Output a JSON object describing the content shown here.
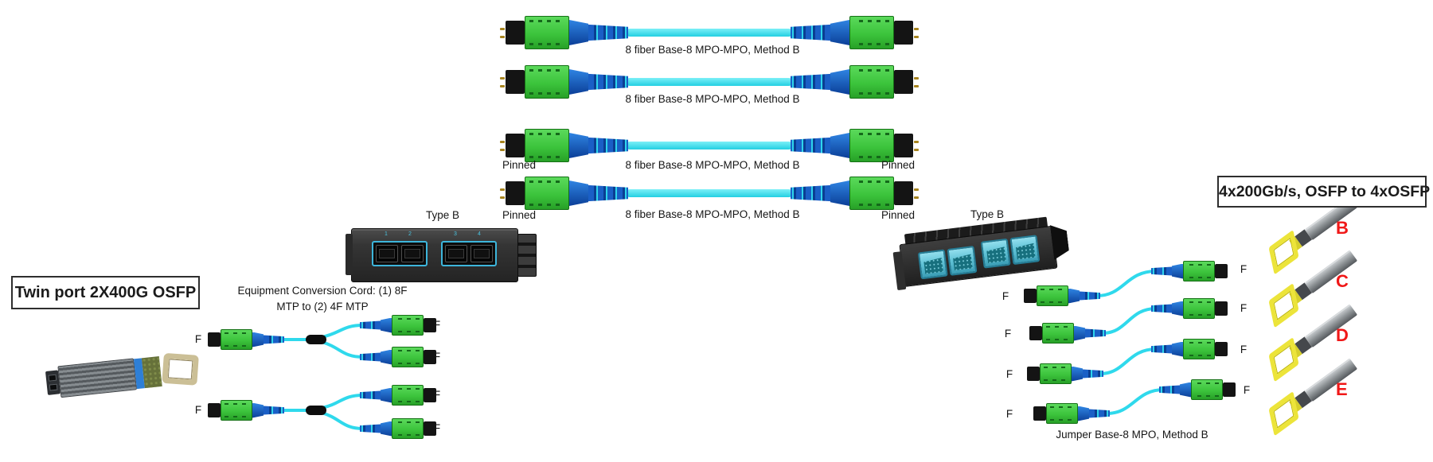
{
  "diagram": {
    "trunk_cables": {
      "label": "8 fiber Base-8 MPO-MPO, Method B",
      "pinned_label": "Pinned",
      "count": 4
    },
    "left_cassette": {
      "label": "Type B",
      "ports": [
        "1",
        "2",
        "3",
        "4"
      ]
    },
    "right_cassette": {
      "label": "Type B"
    },
    "source_device": {
      "label": "Twin port 2X400G OSFP"
    },
    "conversion_cord": {
      "label_line1": "Equipment Conversion Cord: (1) 8F",
      "label_line2": "MTP to (2) 4F MTP"
    },
    "jumper": {
      "label": "Jumper Base-8 MPO, Method B"
    },
    "target_device": {
      "label": "4x200Gb/s, OSFP to 4xOSFP",
      "transceivers": [
        "B",
        "C",
        "D",
        "E"
      ]
    },
    "connector_label": "F",
    "colors": {
      "fiber_aqua": "#2fd9ec",
      "connector_green": "#3cc43c",
      "boot_blue": "#1a5fc6",
      "cassette_port_teal": "#3db6dc",
      "transceiver_letter_red": "#f01818",
      "transceiver_tab_yellow": "#ece43a"
    }
  }
}
